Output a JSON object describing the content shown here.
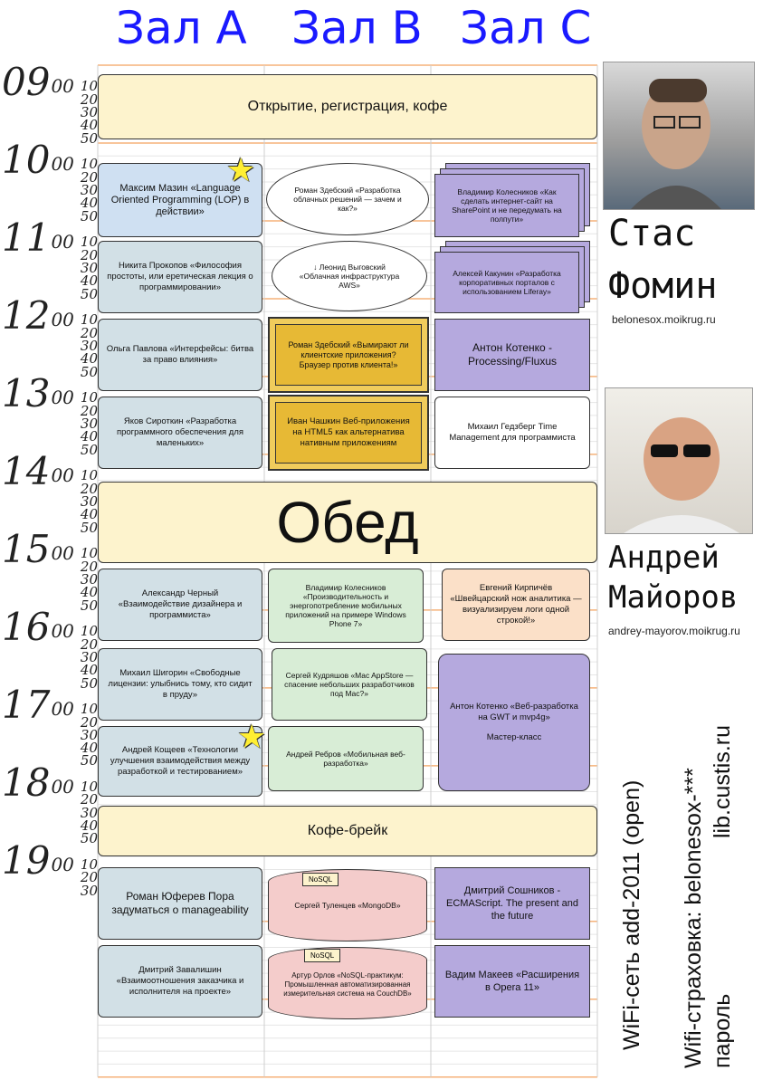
{
  "halls": [
    "Зал A",
    "Зал B",
    "Зал C"
  ],
  "hours": [
    "09",
    "10",
    "11",
    "12",
    "13",
    "14",
    "15",
    "16",
    "17",
    "18",
    "19"
  ],
  "minute_suffix": "00",
  "minute_labels": [
    "10",
    "20",
    "30",
    "40",
    "50"
  ],
  "events": {
    "opening": "Открытие, регистрация, кофе",
    "a1": "Максим Мазин «Language Oriented Programming (LOP) в действии»",
    "b1": "Роман Здебский «Разработка облачных решений — зачем и как?»",
    "c1": "Владимир Колесников «Как сделать интернет-сайт на SharePoint и не передумать на полпути»",
    "a2": "Никита Прокопов «Философия простоты, или еретическая лекция о программировании»",
    "b2": "↓ Леонид Выговский «Облачная инфраструктура AWS»",
    "c2": "Алексей Какунин «Разработка корпоративных порталов с использованием Liferay»",
    "a3": "Ольга Павлова «Интерфейсы: битва за право влияния»",
    "b3": "Роман Здебский «Вымирают ли клиентские приложения? Браузер против клиента!»",
    "c3": "Антон Котенко - Processing/Fluxus",
    "a4": "Яков Сироткин «Разработка программного обеспечения для маленьких»",
    "b4": "Иван Чашкин Веб-приложения на HTML5 как альтернатива нативным приложениям",
    "c4": "Михаил Гедзберг Time Management для программиста",
    "lunch": "Обед",
    "a5": "Александр Черный «Взаимодействие дизайнера и программиста»",
    "b5": "Владимир Колесников «Производительность и энергопотребление мобильных приложений на примере Windows Phone 7»",
    "c5": "Евгений Кирпичёв «Швейцарский нож аналитика — визуализируем логи одной строкой!»",
    "a6": "Михаил Шигорин «Свободные лицензии: улыбнись тому, кто сидит в пруду»",
    "b6": "Сергей Кудряшов «Mac AppStore — спасение небольших разработчиков под Mac?»",
    "c6": "Антон Котенко «Веб-разработка на GWT и mvp4g»",
    "c6_note": "Мастер-класс",
    "a7": "Андрей Кощеев «Технологии улучшения взаимодействия между разработкой и тестированием»",
    "b7": "Андрей Ребров «Мобильная веб-разработка»",
    "break": "Кофе-брейк",
    "a8": "Роман Юферев Пора задуматься о manageability",
    "b8": "Сергей Туленцев «MongoDB»",
    "c8": "Дмитрий Сошников - ECMAScript. The present and the future",
    "a9": "Дмитрий Завалишин «Взаимоотношения заказчика и исполнителя на проекте»",
    "b9": "Артур Орлов «NoSQL-практикум: Промышленная автоматизированная измерительная система на CouchDB»",
    "c9": "Вадим Макеев «Расширения в Opera 11»",
    "nosql": "NoSQL"
  },
  "speakers": [
    {
      "line1": "Стас",
      "line2": "Фомин",
      "url": "belonesox.moikrug.ru"
    },
    {
      "line1": "Андрей",
      "line2": "Майоров",
      "url": "andrey-mayorov.moikrug.ru"
    }
  ],
  "wifi": {
    "network": "WiFi-сеть  add-2011 (open)",
    "insurance": "Wifi-страховка: belonesox-***",
    "password": "пароль",
    "site": "lib.custis.ru"
  },
  "colors": {
    "hall": "#1a1aff",
    "banner": "#fdf3cd",
    "gold": "#e7b935",
    "purple": "#b5a9de",
    "slate": "#d2e0e6",
    "pink": "#f4cccb",
    "grid": "#f5b27a"
  }
}
